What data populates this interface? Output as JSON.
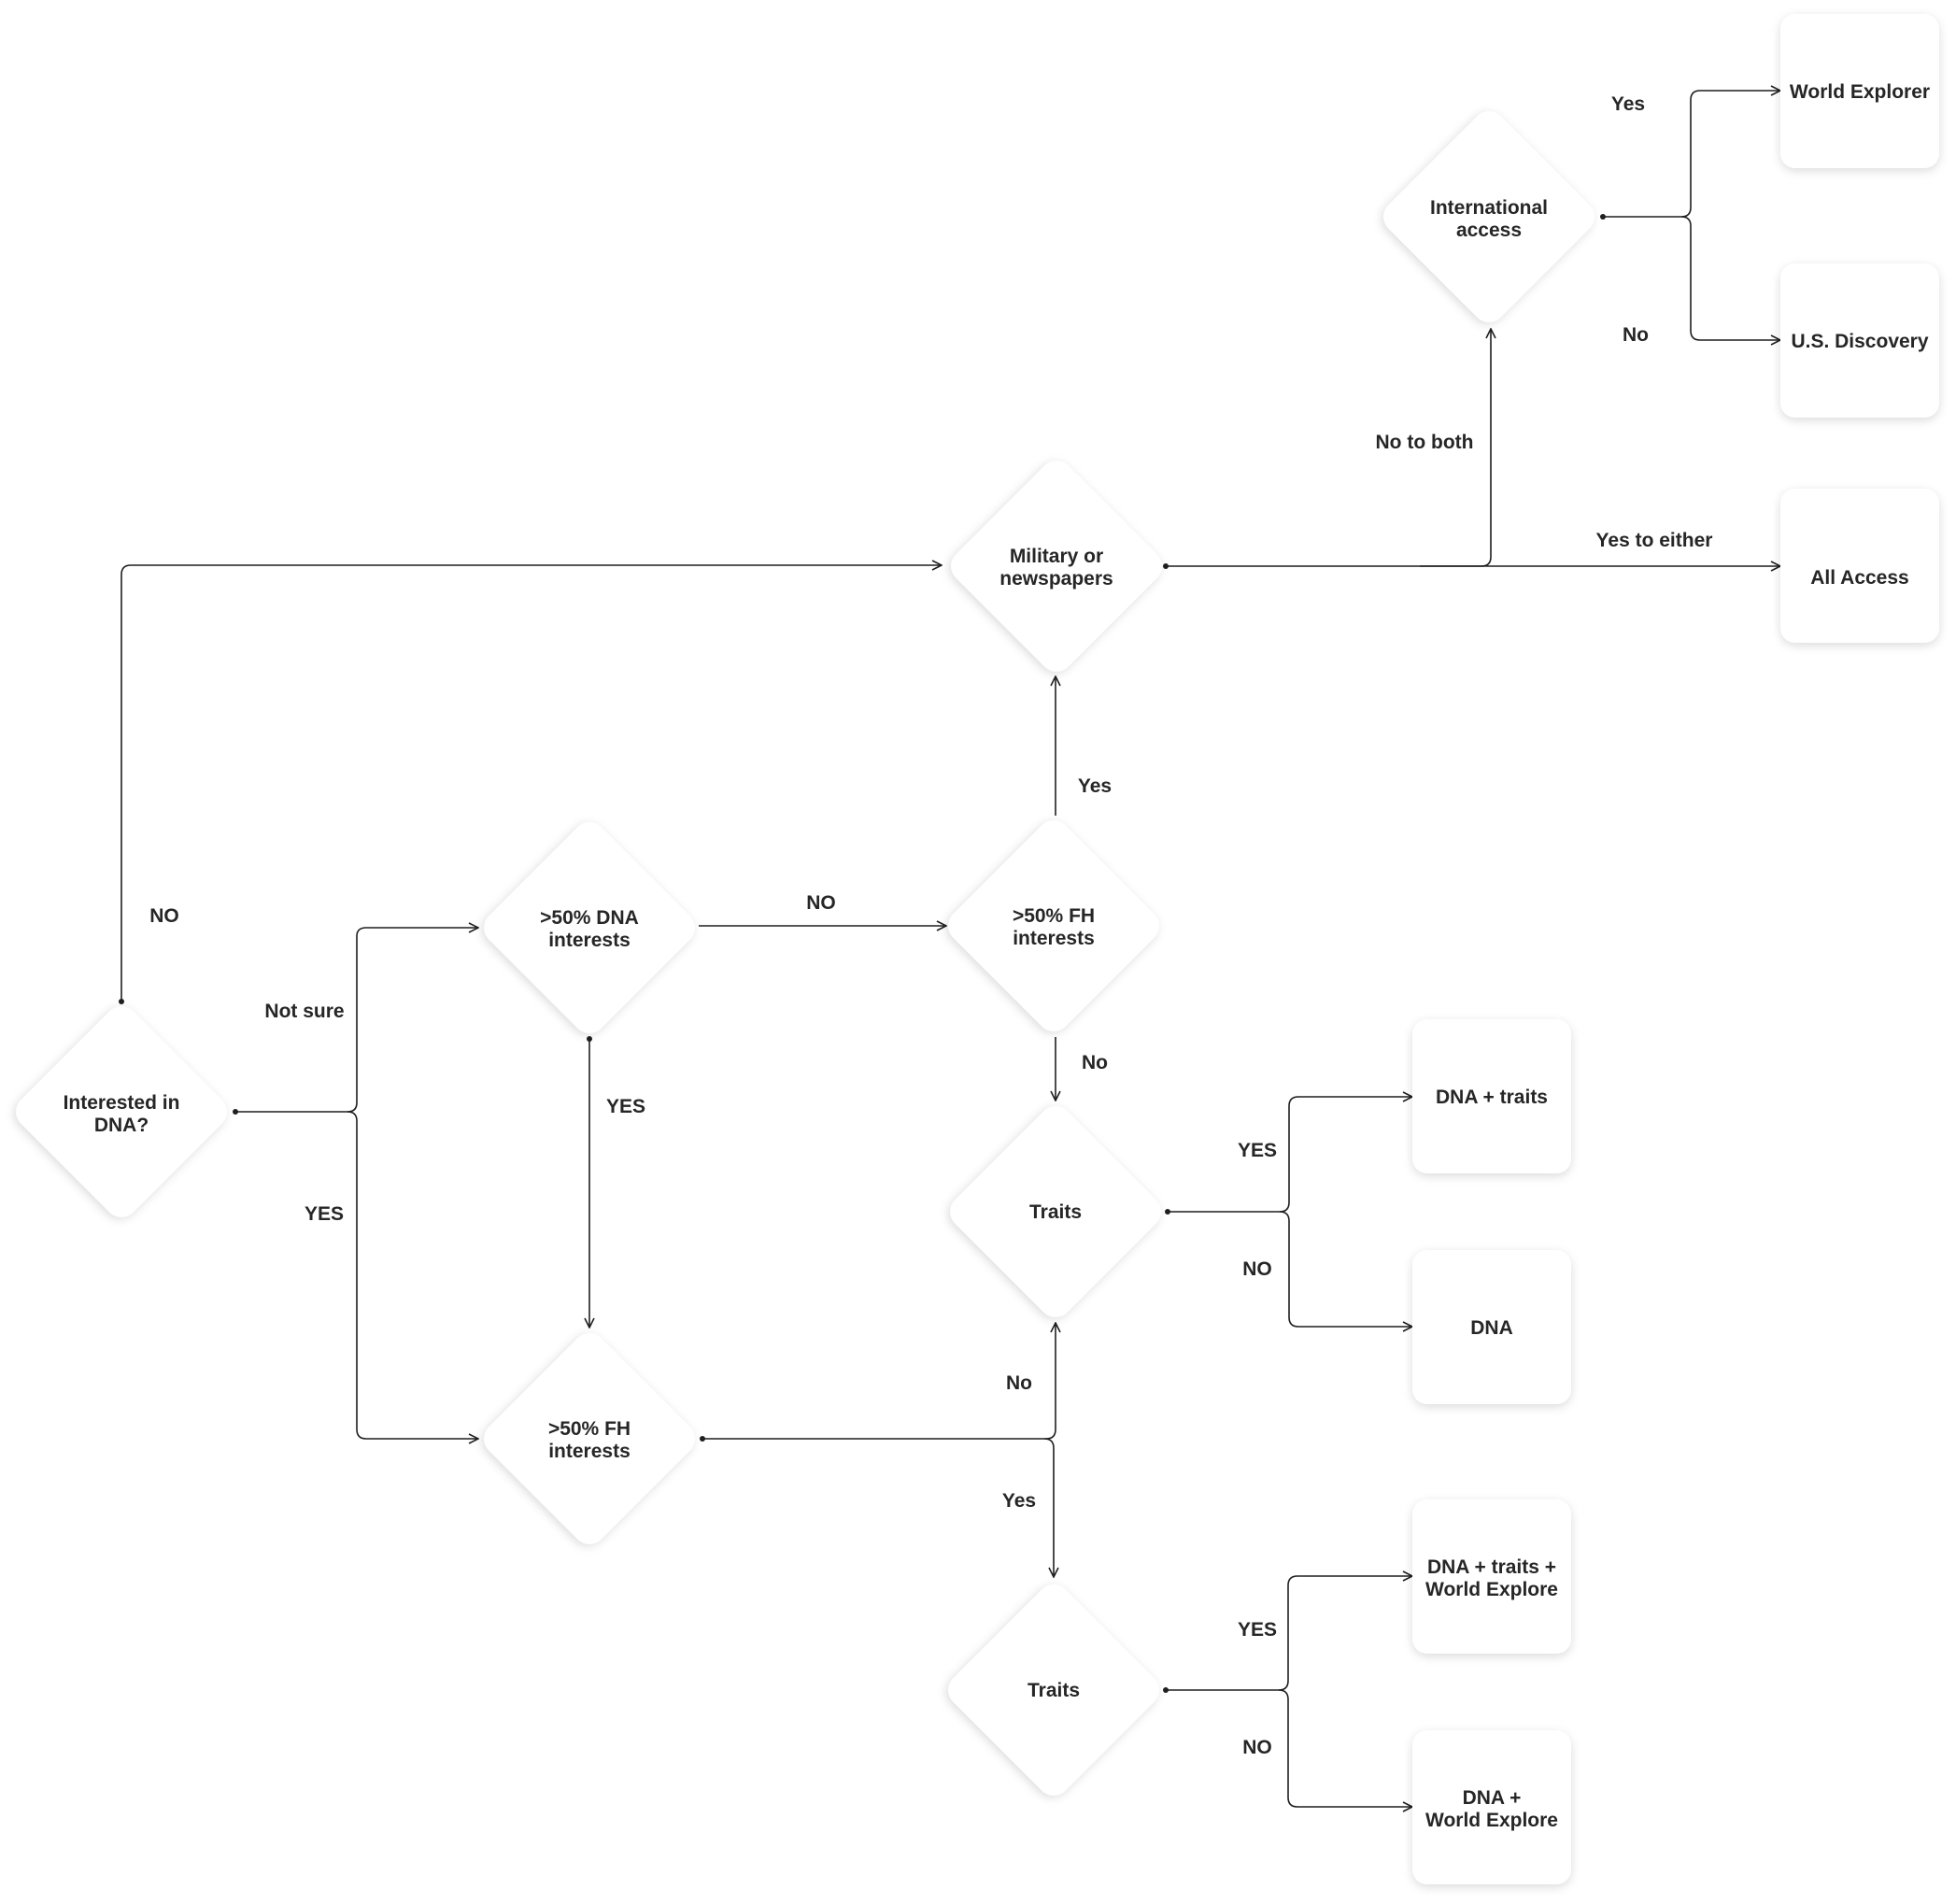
{
  "colors": {
    "stroke": "#1f1f1f",
    "text": "#262626",
    "node_fill": "#ffffff",
    "shadow": "#000000"
  },
  "nodes": {
    "interested_dna": [
      "Interested in",
      "DNA?"
    ],
    "dna_interests": [
      ">50% DNA",
      "interests"
    ],
    "fh_interests_top": [
      ">50% FH",
      "interests"
    ],
    "fh_interests_bottom": [
      ">50% FH",
      "interests"
    ],
    "military": [
      "Military or",
      "newspapers"
    ],
    "international": [
      "International",
      "access"
    ],
    "traits_top": [
      "Traits"
    ],
    "traits_bottom": [
      "Traits"
    ],
    "world_explorer": [
      "World Explorer"
    ],
    "us_discovery": [
      "U.S. Discovery"
    ],
    "all_access": [
      "All Access"
    ],
    "dna_traits": [
      "DNA + traits"
    ],
    "dna_only": [
      "DNA"
    ],
    "dna_traits_world": [
      "DNA + traits +",
      "World Explore"
    ],
    "dna_world": [
      "DNA +",
      "World Explore"
    ]
  },
  "edges": {
    "no_dna": "NO",
    "not_sure": "Not sure",
    "yes_dna": "YES",
    "no_dna_interests": "NO",
    "yes_dna_interests": "YES",
    "yes_fh_top": "Yes",
    "no_fh_top": "No",
    "no_fh_bottom": "No",
    "yes_fh_bottom": "Yes",
    "yes_traits_top": "YES",
    "no_traits_top": "NO",
    "yes_traits_bottom": "YES",
    "no_traits_bottom": "NO",
    "no_to_both": "No to both",
    "yes_to_either": "Yes to either",
    "yes_international": "Yes",
    "no_international": "No"
  }
}
